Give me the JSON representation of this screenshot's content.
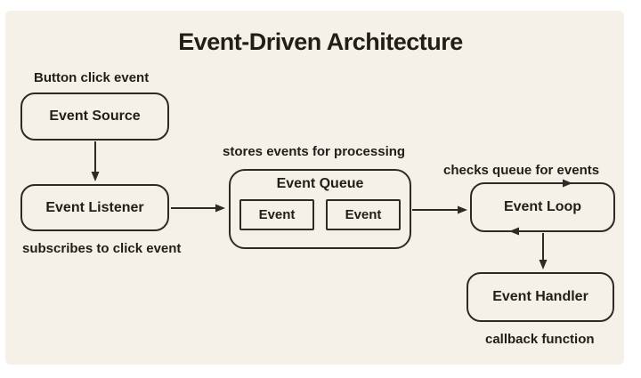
{
  "title": "Event-Driven Architecture",
  "diagram": {
    "nodes": {
      "event_source": {
        "label": "Event Source",
        "caption": "Button click event"
      },
      "event_listener": {
        "label": "Event Listener",
        "caption": "subscribes to click event"
      },
      "event_queue": {
        "label": "Event Queue",
        "caption": "stores events for processing",
        "items": [
          "Event",
          "Event"
        ]
      },
      "event_loop": {
        "label": "Event Loop",
        "caption": "checks queue for events"
      },
      "event_handler": {
        "label": "Event Handler",
        "caption": "callback function"
      }
    },
    "edges": [
      "event_source -> event_listener",
      "event_listener -> event_queue",
      "event_queue -> event_loop",
      "event_loop -> event_loop (loop cycle)",
      "event_loop -> event_handler"
    ],
    "colors": {
      "background": "#f5f1e8",
      "frame": "#ffffff",
      "stroke": "#2e2b26",
      "text": "#211e1a"
    }
  }
}
